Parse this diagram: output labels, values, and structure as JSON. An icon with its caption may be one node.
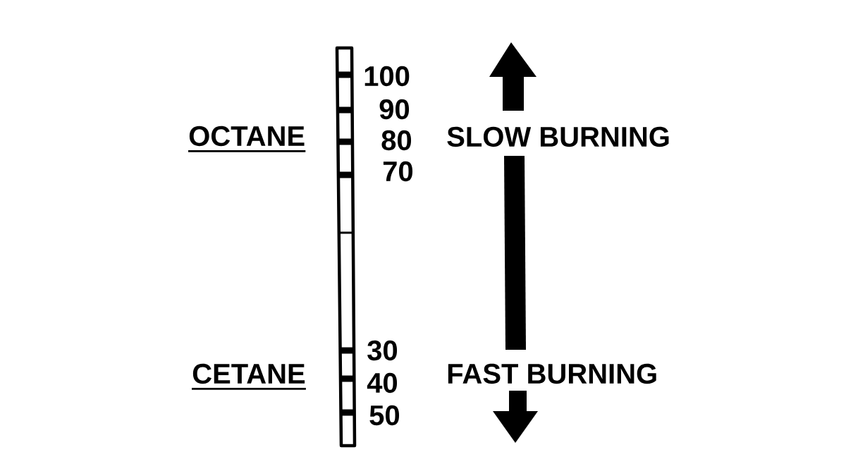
{
  "diagram": {
    "labels": [
      "100",
      "90",
      "OCTANE",
      "80",
      "SLOW BURNING",
      "70",
      "30",
      "CETANE",
      "40",
      "FAST BURNING",
      "50"
    ]
  }
}
